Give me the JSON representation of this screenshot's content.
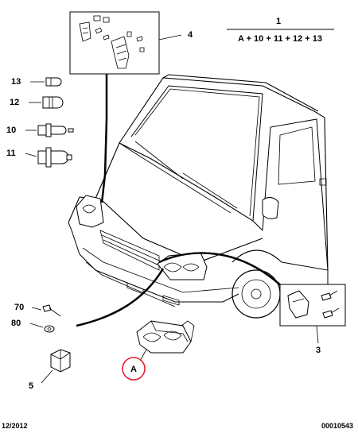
{
  "formula": {
    "number": "1",
    "expression": "A + 10 + 11 + 12 + 13"
  },
  "callouts": {
    "c4": "4",
    "c13": "13",
    "c12": "12",
    "c10": "10",
    "c11": "11",
    "c70": "70",
    "c80": "80",
    "c5": "5",
    "c3": "3",
    "cA": "A"
  },
  "footer": {
    "date": "12/2012",
    "reference": "00010543"
  },
  "colors": {
    "highlight_circle": "#e0202a",
    "line": "#000000"
  }
}
